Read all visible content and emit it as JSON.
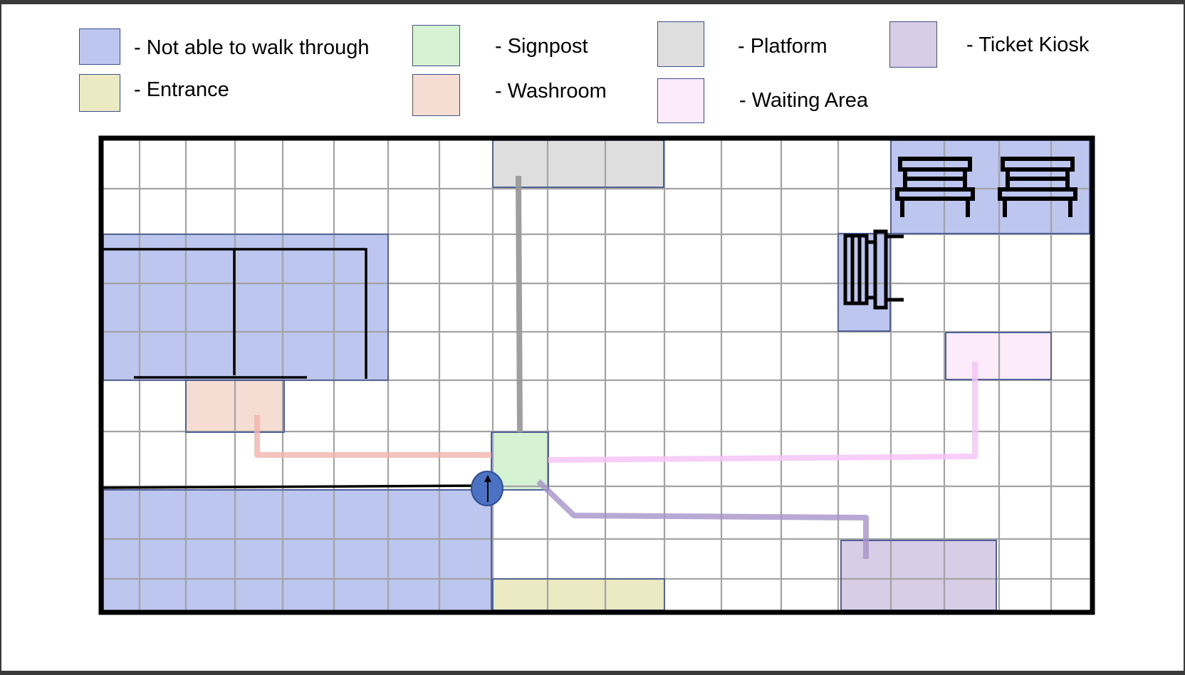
{
  "legend": [
    {
      "id": "not-walkable",
      "label": "- Not able to walk through",
      "color": "#bcc6ee"
    },
    {
      "id": "entrance",
      "label": "- Entrance",
      "color": "#eceac3"
    },
    {
      "id": "signpost",
      "label": "- Signpost",
      "color": "#d5f2d3"
    },
    {
      "id": "washroom",
      "label": "- Washroom",
      "color": "#f6ddd3"
    },
    {
      "id": "platform",
      "label": "- Platform",
      "color": "#dedede"
    },
    {
      "id": "waiting-area",
      "label": "- Waiting Area",
      "color": "#fbebfb"
    },
    {
      "id": "ticket-kiosk",
      "label": "- Ticket Kiosk",
      "color": "#d7cde6"
    }
  ],
  "map": {
    "route_colors": {
      "platform": "#9a9a9a",
      "washroom": "#f4b3ae",
      "waiting_area": "#f5c5f7",
      "ticket_kiosk": "#a692c9"
    },
    "icons": [
      "bench-icon",
      "bench-icon",
      "fence-icon",
      "you-are-here-marker-icon"
    ]
  }
}
